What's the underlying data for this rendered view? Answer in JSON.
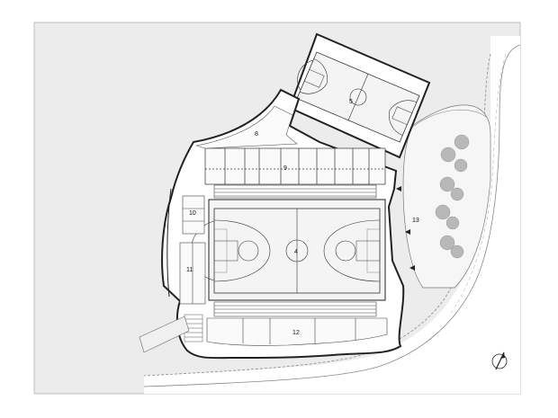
{
  "room_labels": {
    "r4": "4",
    "r5": "5",
    "r8": "8",
    "r9": "9",
    "r10": "10",
    "r11": "11",
    "r12": "12",
    "r13": "13"
  },
  "colors": {
    "site": "#ececec",
    "building": "#ffffff",
    "court": "#f4f4f4",
    "line": "#222222",
    "tree": "#b8b8b8",
    "road": "#ffffff"
  },
  "icons": {
    "north_arrow": "north-arrow-icon",
    "trees": "tree-icon"
  }
}
